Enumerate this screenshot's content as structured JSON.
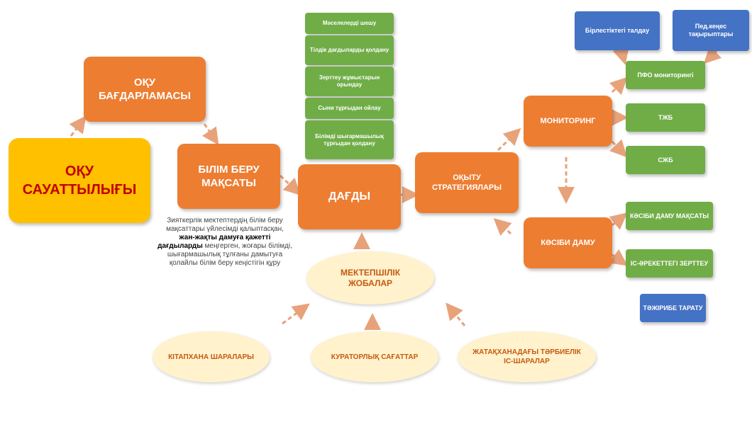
{
  "main": {
    "literacy": "ОҚУ САУАТТЫЛЫҒЫ",
    "program": "ОҚУ БАҒДАРЛАМАСЫ",
    "goal": "БІЛІМ БЕРУ МАҚСАТЫ",
    "skills": "ДАҒДЫ",
    "strategies": "ОҚЫТУ СТРАТЕГИЯЛАРЫ",
    "monitoring": "МОНИТОРИНГ",
    "prof_dev": "КӘСІБИ ДАМУ"
  },
  "skills_list": [
    "Мәселелерді шешу",
    "Тілдік дағдыларды қолдану",
    "Зерттеу жұмыстарын орындау",
    "Сыни тұрғыдан ойлау",
    "Білімді шығармашылық тұрғыдан қолдану"
  ],
  "monitoring_items": [
    "ПФО мониторингі",
    "ТЖБ",
    "СЖБ"
  ],
  "top_blue": [
    "Бірлестіктегі талдау",
    "Пед.кеңес тақырыптары"
  ],
  "prof_items": [
    "КӘСІБИ ДАМУ МАҚСАТЫ",
    "ІС-ӘРЕКЕТТЕГІ ЗЕРТТЕУ"
  ],
  "share": "ТӘЖІРИБЕ ТАРАТУ",
  "projects": {
    "center": "МЕКТЕПШІЛІК ЖОБАЛАР",
    "items": [
      "КІТАПХАНА ШАРАЛАРЫ",
      "КУРАТОРЛЫҚ САҒАТТАР",
      "ЖАТАҚХАНАДАҒЫ ТӘРБИЕЛІК ІС-ШАРАЛАР"
    ]
  },
  "description": {
    "part1": "Зияткерлік мектептердің білім беру мақсаттары үйлесімді қалыптасқан, ",
    "bold": "жан-жақты дамуға қажетті дағдыларды",
    "part2": " меңгерген, жоғары білімді, шығармашылық тұлғаны дамытуға қолайлы білім беру кеңістігін құру"
  },
  "colors": {
    "orange": "#ED7D31",
    "yellow": "#FFC000",
    "red_text": "#C00000",
    "green": "#70AD47",
    "blue": "#4472C4",
    "cream": "#FFF2CC",
    "cream_text": "#C55A11"
  }
}
